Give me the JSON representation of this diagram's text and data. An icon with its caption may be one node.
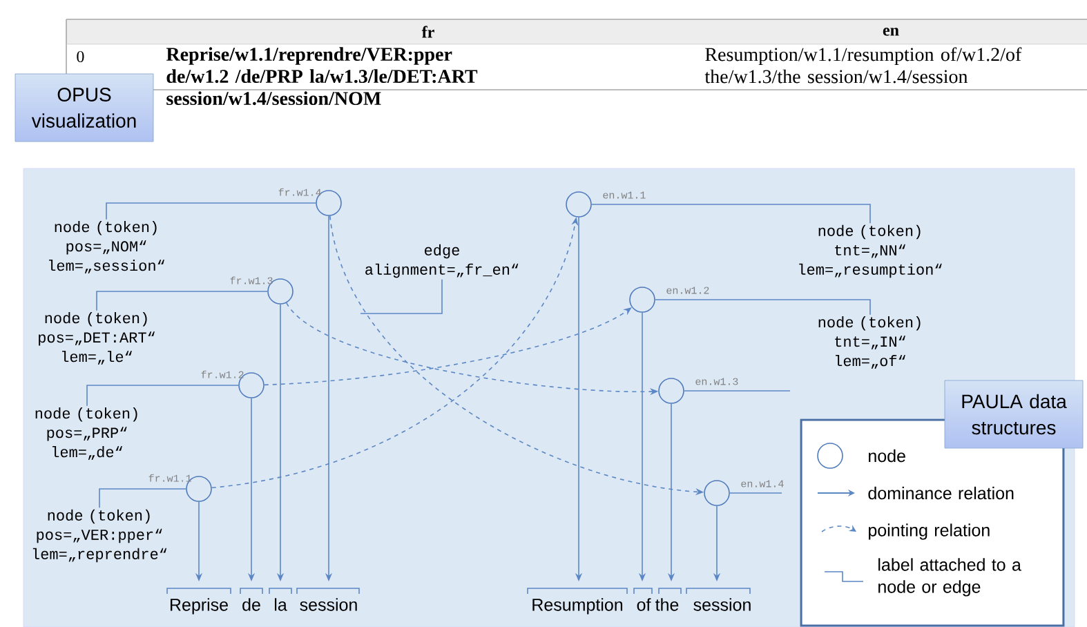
{
  "diagram": {
    "nodes": [
      {
        "text": [
          "OPUS visualization"
        ]
      },
      {
        "text": [
          "node (token) pos=„NOM“ lem=„session“"
        ]
      },
      {
        "text": [],
        "shape": "circle",
        "beside": [
          "fr.w1.4"
        ]
      },
      {
        "text": [
          "edge alignment=„fr_en“"
        ]
      },
      {
        "text": [],
        "shape": "circle",
        "beside": [
          "en.w1.1"
        ]
      },
      {
        "text": [
          "node (token) tnt=„NN“ lem=„resumption“"
        ]
      },
      {
        "text": [
          "node (token) pos=„DET:ART“ lem=„le“"
        ]
      },
      {
        "text": [],
        "shape": "circle",
        "beside": [
          "fr.w1.3"
        ]
      },
      {
        "text": [],
        "shape": "circle",
        "beside": [
          "en.w1.2"
        ]
      },
      {
        "text": [
          "node (token) tnt=„IN“ lem=„of“"
        ]
      },
      {
        "text": [
          "node (token) pos=„PRP“ lem=„de“"
        ]
      },
      {
        "text": [],
        "shape": "circle",
        "beside": [
          "fr.w1.2"
        ]
      },
      {
        "text": [],
        "shape": "circle",
        "beside": [
          "en.w1.3"
        ]
      },
      {
        "text": [
          "PAULA data structures"
        ]
      },
      {
        "text": [
          "node (token) pos=„VER:pper“ lem=„reprendre“"
        ]
      },
      {
        "text": [],
        "shape": "circle",
        "beside": [
          "fr.w1.1"
        ]
      },
      {
        "text": [],
        "shape": "circle",
        "beside": [
          "en.w1.4"
        ]
      },
      {
        "text": [
          "Reprise"
        ]
      },
      {
        "text": [
          "de"
        ]
      },
      {
        "text": [
          "la"
        ]
      },
      {
        "text": [
          "session"
        ]
      },
      {
        "text": [
          "Resumption"
        ]
      },
      {
        "text": [
          "of"
        ]
      },
      {
        "text": [
          "the"
        ]
      },
      {
        "text": [
          "session"
        ]
      }
    ],
    "edges": [
      {
        "from": 1,
        "to": 2,
        "arrow": "none"
      },
      {
        "from": 6,
        "to": 7,
        "arrow": "none"
      },
      {
        "from": 10,
        "to": 11,
        "arrow": "none"
      },
      {
        "from": 14,
        "to": 15,
        "arrow": "none"
      },
      {
        "from": 5,
        "to": 4,
        "arrow": "none"
      },
      {
        "from": 9,
        "to": 8,
        "arrow": "none"
      },
      {
        "from": 3,
        "to": null,
        "arrow": "none"
      },
      {
        "from": 12,
        "to": null,
        "arrow": "none"
      },
      {
        "from": 16,
        "to": null,
        "arrow": "none"
      },
      {
        "from": 15,
        "to": 17,
        "arrow": "to"
      },
      {
        "from": 11,
        "to": 18,
        "arrow": "to"
      },
      {
        "from": 7,
        "to": 19,
        "arrow": "to"
      },
      {
        "from": 2,
        "to": 20,
        "arrow": "to"
      },
      {
        "from": 4,
        "to": 21,
        "arrow": "to"
      },
      {
        "from": 8,
        "to": 22,
        "arrow": "to"
      },
      {
        "from": 12,
        "to": 23,
        "arrow": "to"
      },
      {
        "from": 16,
        "to": 24,
        "arrow": "to"
      },
      {
        "from": 2,
        "to": 16,
        "arrow": "to",
        "style": "dashed"
      },
      {
        "from": 7,
        "to": 12,
        "arrow": "to",
        "style": "dashed"
      },
      {
        "from": 11,
        "to": 8,
        "arrow": "to",
        "style": "dashed"
      },
      {
        "from": 15,
        "to": 4,
        "arrow": "to",
        "style": "dashed"
      }
    ],
    "labels": [
      "fr",
      "en",
      "0",
      "**Reprise/w1.1/reprendre/VER:pper de/w1.2 /de/PRP la/w1.3/le/DET:ART session/w1.4/session/NOM**",
      "Resumption/w1.1/resumption of/w1.2/of the/w1.3/the session/w1.4/session"
    ],
    "legend": [
      {
        "text": "node"
      },
      {
        "text": "dominance relation"
      },
      {
        "text": "pointing relation"
      },
      {
        "text": "label attached to a node or edge"
      }
    ]
  }
}
